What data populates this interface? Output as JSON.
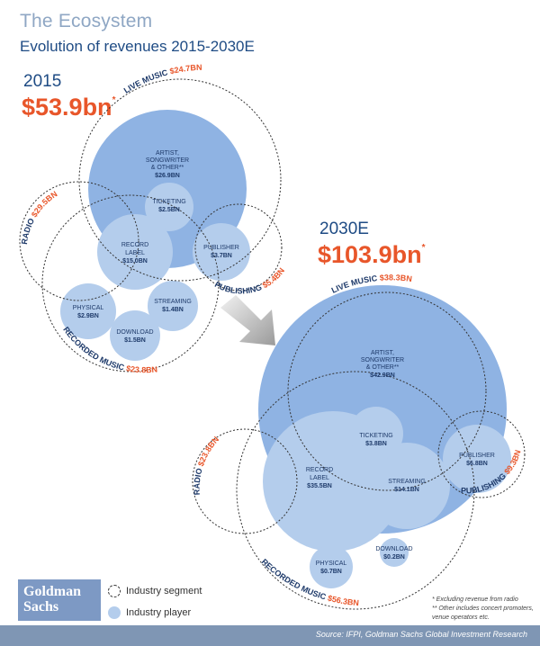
{
  "header": {
    "title": "The Ecosystem",
    "subtitle": "Evolution of revenues 2015-2030E"
  },
  "diagram_2015": {
    "year": "2015",
    "total": "$53.9bn",
    "total_mark": "*",
    "segments": {
      "live_music": {
        "label": "LIVE MUSIC",
        "value": "$24.7BN"
      },
      "radio": {
        "label": "RADIO",
        "value": "$29.5BN"
      },
      "publishing": {
        "label": "PUBLISHING",
        "value": "$5.4BN"
      },
      "recorded_music": {
        "label": "RECORDED MUSIC",
        "value": "$23.8BN"
      }
    },
    "players": {
      "artist": {
        "label1": "ARTIST,",
        "label2": "SONGWRITER",
        "label3": "& OTHER**",
        "value": "$26.9BN"
      },
      "ticketing": {
        "label": "TICKETING",
        "value": "$2.5BN"
      },
      "record_label": {
        "label1": "RECORD",
        "label2": "LABEL",
        "value": "$15.0BN"
      },
      "publisher": {
        "label": "PUBLISHER",
        "value": "$3.7BN"
      },
      "physical": {
        "label": "PHYSICAL",
        "value": "$2.9BN"
      },
      "streaming": {
        "label": "STREAMING",
        "value": "$1.4BN"
      },
      "download": {
        "label": "DOWNLOAD",
        "value": "$1.5BN"
      }
    }
  },
  "diagram_2030": {
    "year": "2030E",
    "total": "$103.9bn",
    "total_mark": "*",
    "segments": {
      "live_music": {
        "label": "LIVE MUSIC",
        "value": "$38.3BN"
      },
      "radio": {
        "label": "RADIO",
        "value": "$23.8BN"
      },
      "publishing": {
        "label": "PUBLISHING",
        "value": "$9.3BN"
      },
      "recorded_music": {
        "label": "RECORDED MUSIC",
        "value": "$56.3BN"
      }
    },
    "players": {
      "artist": {
        "label1": "ARTIST,",
        "label2": "SONGWRITER",
        "label3": "& OTHER**",
        "value": "$42.9BN"
      },
      "ticketing": {
        "label": "TICKETING",
        "value": "$3.8BN"
      },
      "record_label": {
        "label1": "RECORD",
        "label2": "LABEL",
        "value": "$35.5BN"
      },
      "streaming": {
        "label": "STREAMING",
        "value": "$14.1BN"
      },
      "publisher": {
        "label": "PUBLISHER",
        "value": "$6.8BN"
      },
      "physical": {
        "label": "PHYSICAL",
        "value": "$0.7BN"
      },
      "download": {
        "label": "DOWNLOAD",
        "value": "$0.2BN"
      }
    }
  },
  "legend": {
    "segment": "Industry segment",
    "player": "Industry player"
  },
  "logo": {
    "line1": "Goldman",
    "line2": "Sachs"
  },
  "notes": {
    "note1": "* Excluding revenue from radio",
    "note2": "** Other includes concert promoters, venue operators etc."
  },
  "source": "Source: IFPI, Goldman Sachs Global Investment Research",
  "colors": {
    "orange": "#e8562a",
    "navy": "#1e4b84",
    "player_light": "#b4cdec",
    "player_dark": "#8fb3e3",
    "footer": "#7f96b4"
  }
}
